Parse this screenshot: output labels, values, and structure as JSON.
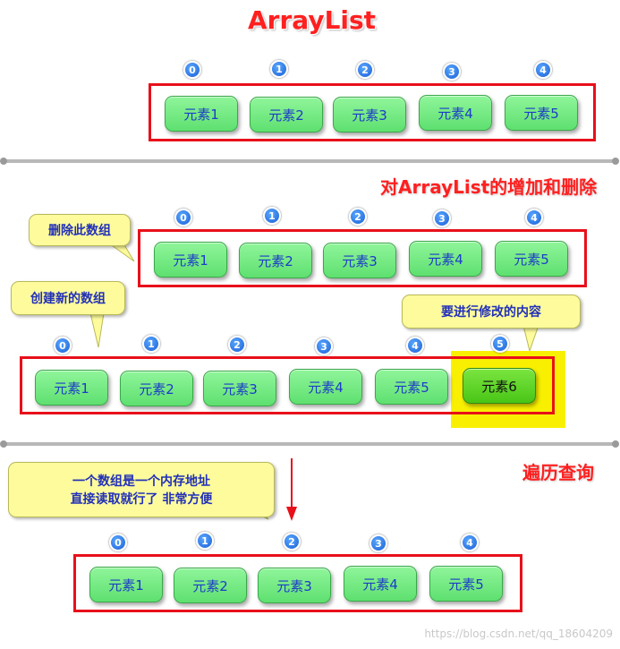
{
  "sections": {
    "arraylist_title": "ArrayList",
    "add_remove_title": "对ArrayList的增加和删除",
    "traverse_title": "遍历查询"
  },
  "array1": {
    "indices": [
      "0",
      "1",
      "2",
      "3",
      "4"
    ],
    "elements": [
      "元素1",
      "元素2",
      "元素3",
      "元素4",
      "元素5"
    ]
  },
  "array2": {
    "indices": [
      "0",
      "1",
      "2",
      "3",
      "4"
    ],
    "elements": [
      "元素1",
      "元素2",
      "元素3",
      "元素4",
      "元素5"
    ]
  },
  "array3": {
    "indices": [
      "0",
      "1",
      "2",
      "3",
      "4",
      "5"
    ],
    "elements": [
      "元素1",
      "元素2",
      "元素3",
      "元素4",
      "元素5",
      "元素6"
    ]
  },
  "array4": {
    "indices": [
      "0",
      "1",
      "2",
      "3",
      "4"
    ],
    "elements": [
      "元素1",
      "元素2",
      "元素3",
      "元素4",
      "元素5"
    ]
  },
  "callouts": {
    "delete_array": "删除此数组",
    "create_array": "创建新的数组",
    "modify_content": "要进行修改的内容",
    "memory_line1": "一个数组是一个内存地址",
    "memory_line2": "直接读取就行了 非常方便"
  },
  "watermark": "https://blog.csdn.net/qq_18604209",
  "colors": {
    "frame": "#e8101a",
    "element": "#6ee87c",
    "new_element": "#5ed428",
    "highlight": "#f8f000",
    "title": "#ff2020",
    "callout": "#fdfb9c"
  }
}
